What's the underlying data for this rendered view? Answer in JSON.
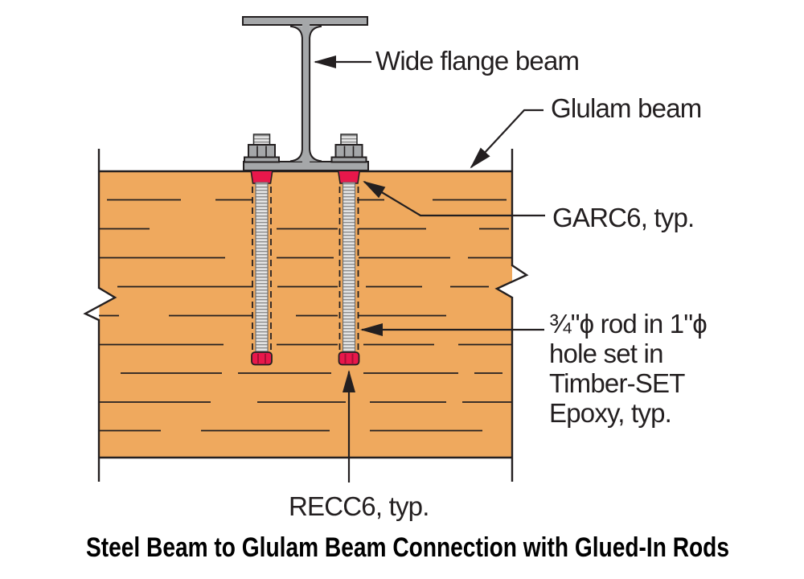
{
  "labels": {
    "wide_flange_beam": "Wide flange beam",
    "glulam_beam": "Glulam beam",
    "garc6": "GARC6, typ.",
    "rod_note": {
      "line1": "¾\"ϕ rod in 1\"ϕ",
      "line2": "hole set in",
      "line3": "Timber-SET",
      "line4": "Epoxy, typ."
    },
    "recc6": "RECC6, typ."
  },
  "caption": "Steel Beam to Glulam Beam Connection with Glued-In Rods",
  "colors": {
    "wood": "#efa95e",
    "steel": "#a5a7a9",
    "epoxy_red": "#e8174b",
    "line": "#231f20"
  }
}
